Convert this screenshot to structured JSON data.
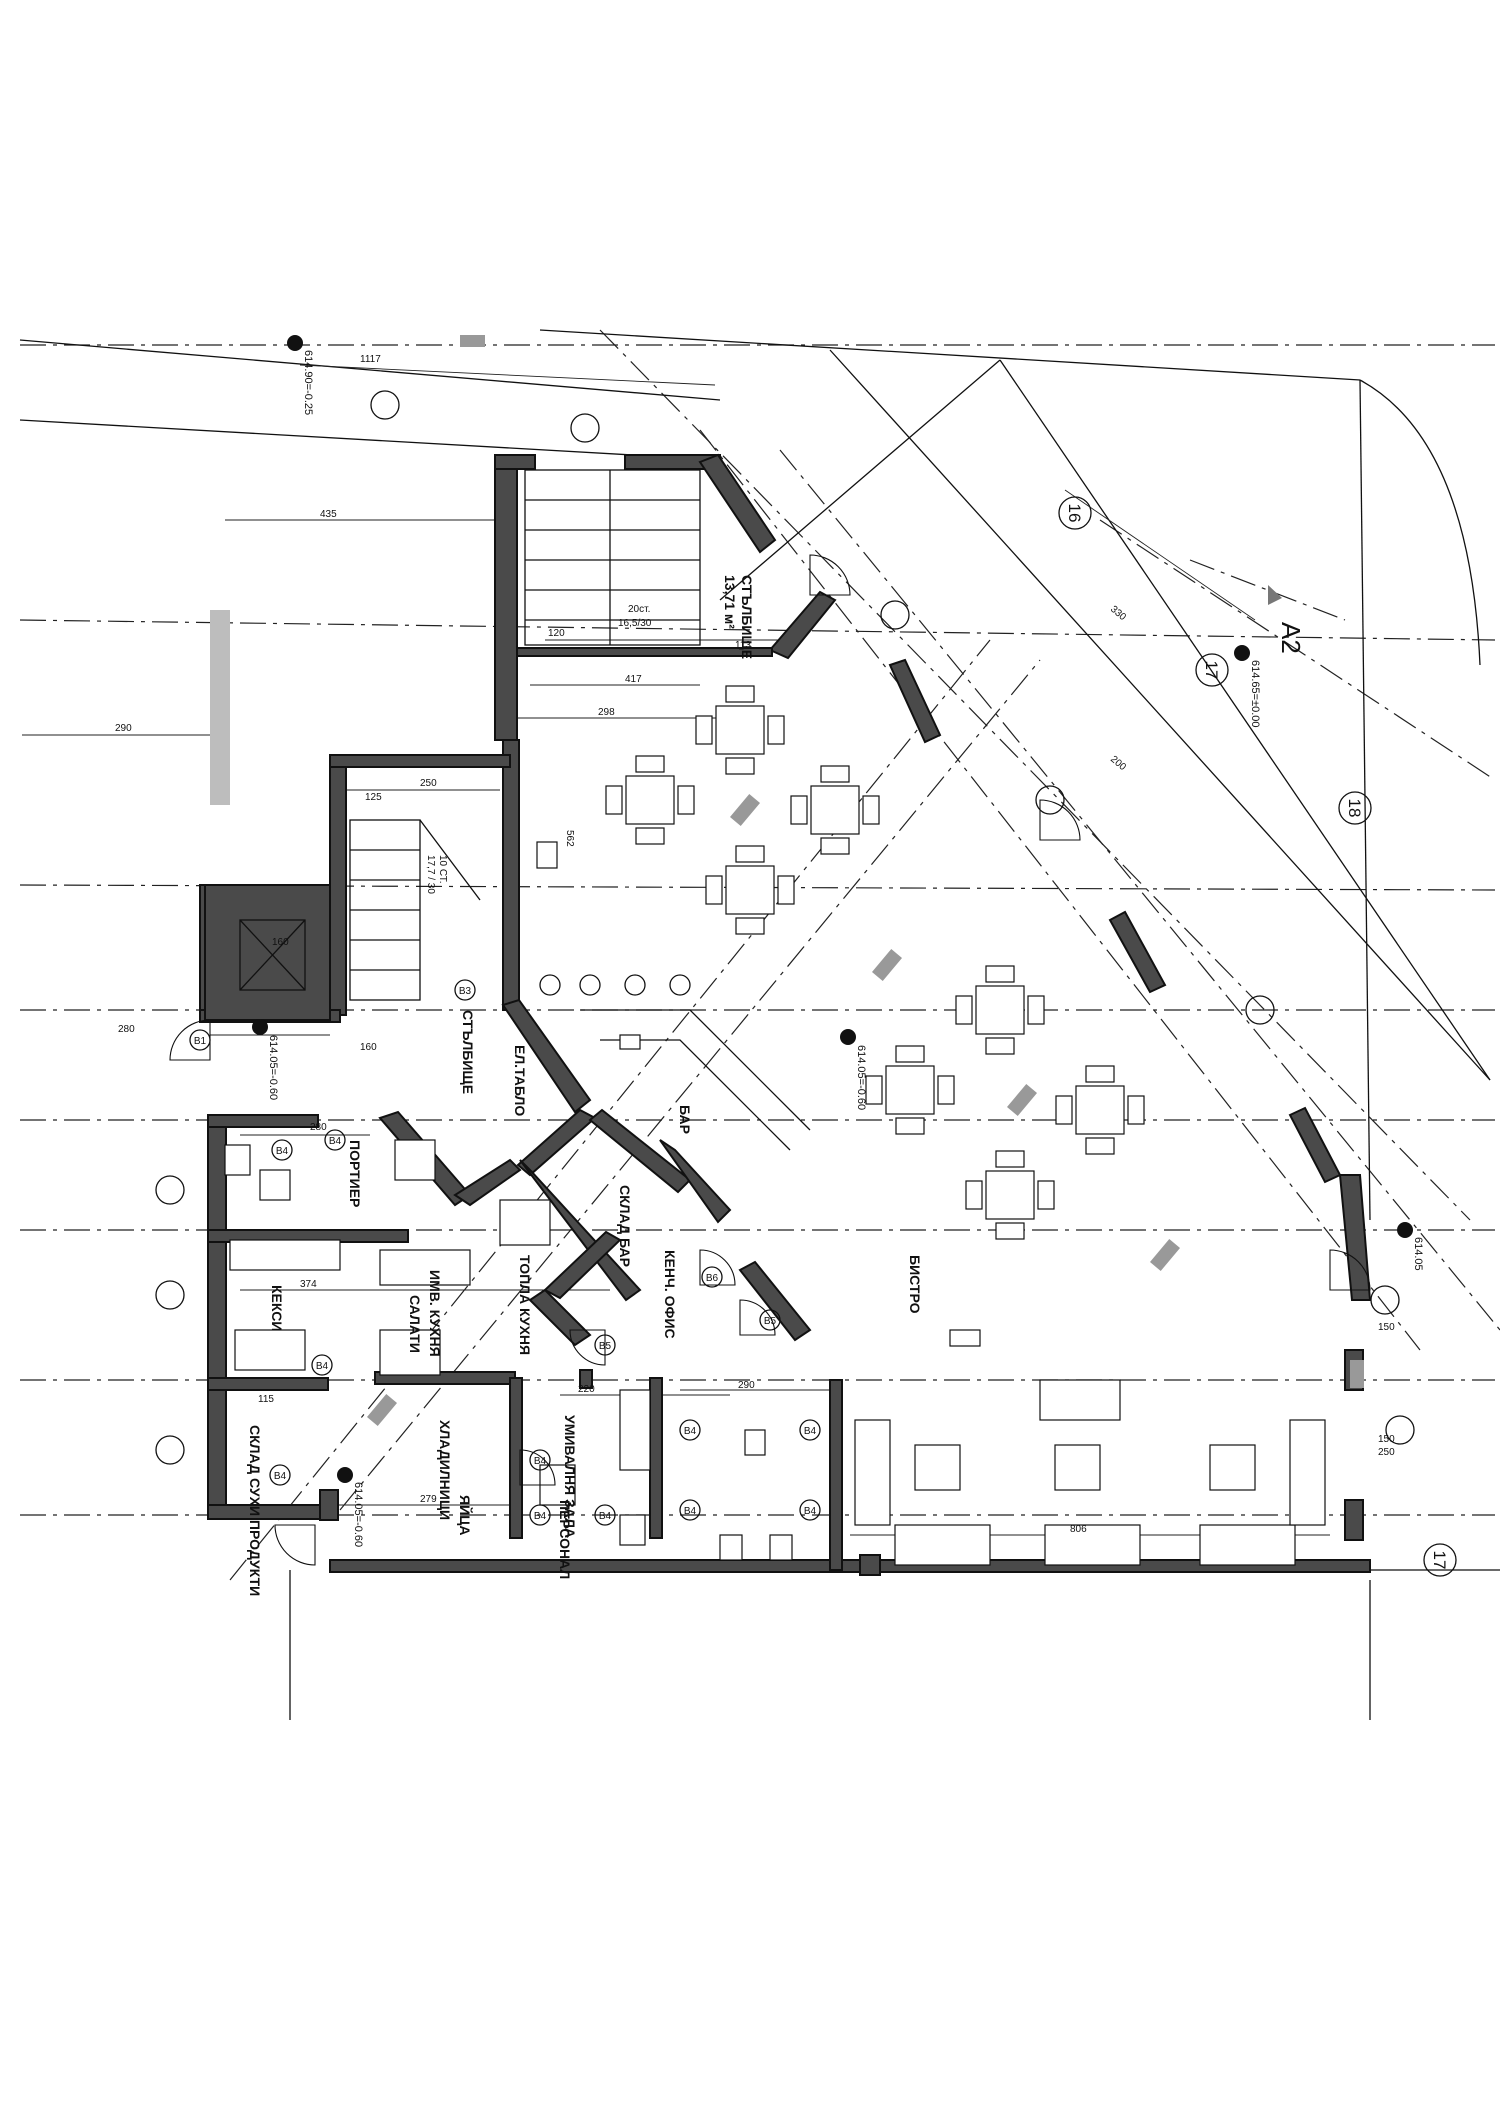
{
  "grid_axes": {
    "a2": "A2",
    "n16": "16",
    "n17": "17",
    "n18": "18",
    "n17b": "17"
  },
  "levels": {
    "top_left": "614.90=-0.25",
    "right_top": "614.65=±0.00",
    "center": "614.05=-0.60",
    "left_stair": "614.05=-0.60",
    "right_edge": "614.05",
    "bottom_left": "614.05=-0.60"
  },
  "rooms": {
    "stairs_top_label": "СТЪЛБИЩЕ",
    "stairs_top_area": "13,71 м²",
    "stair_steps_top": "20ст.",
    "stair_steps_top_size": "16,5/30",
    "stair_steps_left": "10 СТ.",
    "stair_steps_left_size": "17,7 / 30",
    "stairs_left_label": "СТЪЛБИЩЕ",
    "electrical_panel": "ЕЛ.ТАБЛО",
    "concierge": "ПОРТИЕР",
    "hot_kitchen": "ТОПЛА КУХНЯ",
    "cold_kitchen": "ИМВ. КУХНЯ",
    "salads": "САЛАТИ",
    "cakes": "КЕКСИ",
    "dry_products": "СКЛАД СУХИ ПРОДУКТИ",
    "refrigerators": "ХЛАДИЛНИЦИ",
    "eggs": "ЯЙЦА",
    "washing_room": "УМИВАЛНЯ ЗАЛА",
    "staff": "ПЕРСОНАЛ",
    "bar": "БАР",
    "bar_storage": "СКЛАД БАР",
    "office": "КЕНЧ. ОФИС",
    "bistro": "БИСТРО"
  },
  "door_tags": [
    "B1",
    "B3",
    "B4",
    "B4",
    "B4",
    "B4",
    "B4",
    "B4",
    "B4",
    "B4",
    "B4",
    "B4",
    "B4",
    "B6",
    "B5",
    "B5"
  ],
  "dimensions": {
    "d1117": "1117",
    "d435": "435",
    "d290": "290",
    "d250": "250",
    "d280": "280",
    "d280b": "280",
    "d374": "374",
    "d298": "298",
    "d417": "417",
    "d120": "120",
    "d113": "113",
    "d160": "160",
    "d160b": "160",
    "d125": "125",
    "d562": "562",
    "d220": "220",
    "d290b": "290",
    "d279": "279",
    "d330": "330",
    "d806": "806",
    "d115": "115",
    "d150": "150",
    "d150b": "150",
    "d200": "200",
    "d250b": "250"
  }
}
